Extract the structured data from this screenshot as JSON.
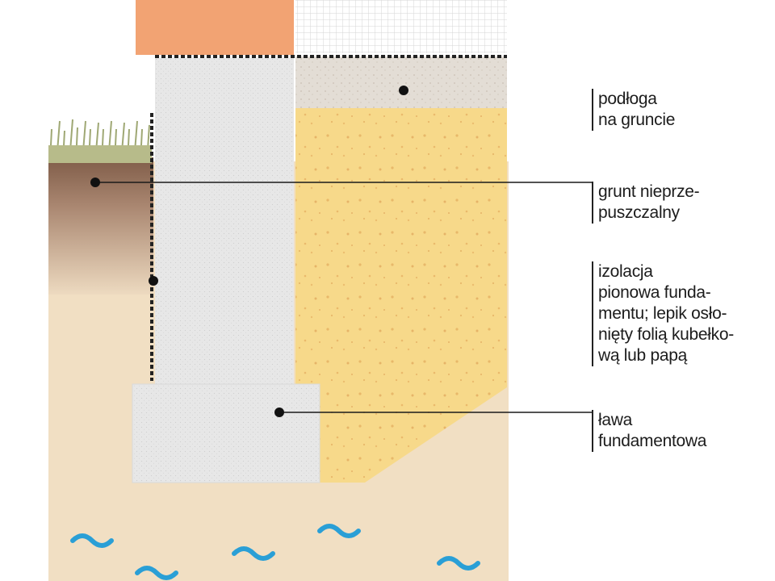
{
  "labels": {
    "floor": {
      "lines": [
        "podłoga",
        "na gruncie"
      ]
    },
    "soil": {
      "lines": [
        "grunt nieprze-",
        "puszczalny"
      ]
    },
    "insulation": {
      "lines": [
        "izolacja",
        "pionowa funda-",
        "mentu; lepik osło-",
        "nięty folią kubełko-",
        "wą lub papą"
      ]
    },
    "footing": {
      "lines": [
        "ława",
        "fundamentowa"
      ]
    }
  },
  "colors": {
    "brick": "#f2a373",
    "concrete": "#e6e6e6",
    "sand_fill": "#f7d98a",
    "subsoil": "#f1dfc3",
    "topsoil": "#8c6a55",
    "grass": "#a8b07a",
    "groundwater_wave": "#2a9fd6",
    "leader_line": "#1a1a1a"
  },
  "groundwater_icon": "wave-icon"
}
